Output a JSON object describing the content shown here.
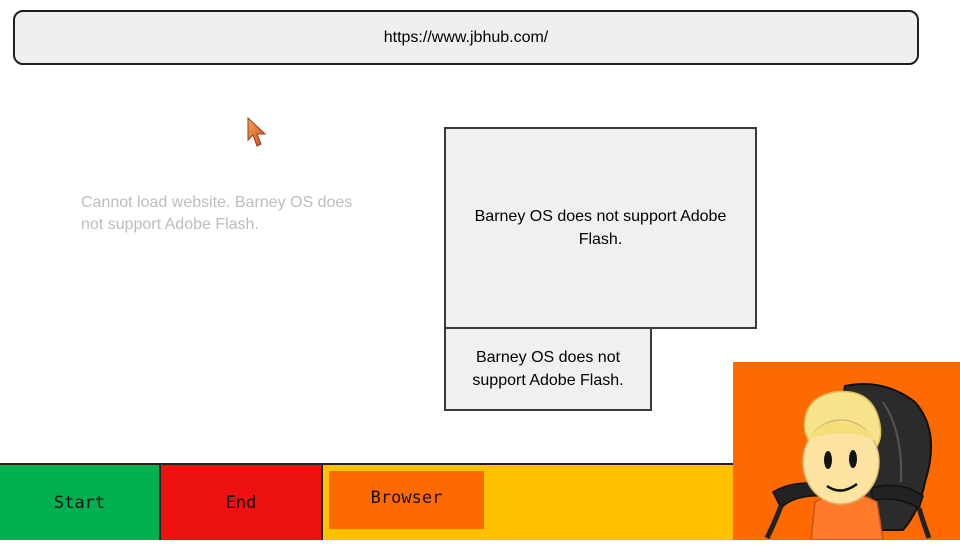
{
  "browser": {
    "url": "https://www.jbhub.com/",
    "error_message": "Cannot load website. Barney OS does not support Adobe Flash."
  },
  "dialogs": [
    {
      "message": "Barney OS does not support Adobe Flash."
    },
    {
      "message": "Barney OS does not support Adobe Flash."
    }
  ],
  "taskbar": {
    "start_label": "Start",
    "end_label": "End",
    "browser_label": "Browser"
  },
  "colors": {
    "taskbar": "#ffc000",
    "start": "#00b050",
    "end": "#ee1111",
    "browser": "#ff6a00",
    "avatar_bg": "#ff6a00"
  },
  "icons": {
    "cursor": "arrow-cursor-icon",
    "avatar": "barney-avatar"
  }
}
